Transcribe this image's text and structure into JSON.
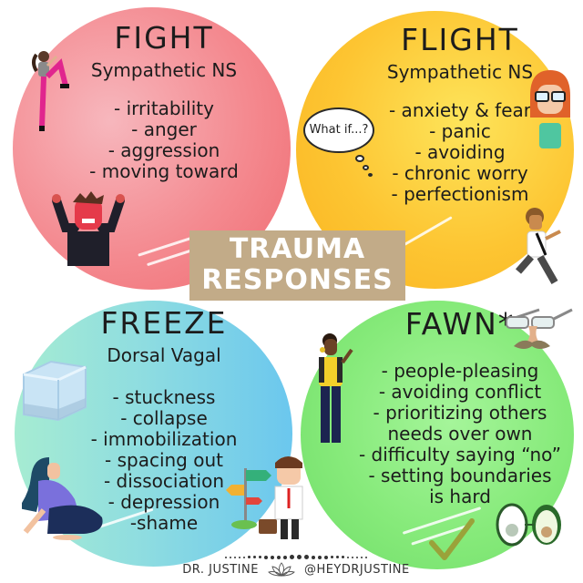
{
  "banner": {
    "line1": "TRAUMA",
    "line2": "RESPONSES",
    "color": "#c2ab88"
  },
  "quadrants": {
    "fight": {
      "title": "FIGHT",
      "subtitle": "Sympathetic NS",
      "items": [
        "- irritability",
        "- anger",
        "- aggression",
        "- moving toward"
      ],
      "color": "#f48a90"
    },
    "flight": {
      "title": "FLIGHT",
      "subtitle": "Sympathetic NS",
      "items": [
        "- anxiety & fear",
        "- panic",
        "- avoiding",
        "- chronic worry",
        "- perfectionism"
      ],
      "thought_bubble": "What if...?",
      "color": "#fdc532"
    },
    "freeze": {
      "title": "FREEZE",
      "subtitle": "Dorsal Vagal",
      "items": [
        "- stuckness",
        "- collapse",
        "- immobilization",
        "- spacing out",
        "- dissociation",
        "- depression",
        "-shame"
      ],
      "color": "#8fdde0"
    },
    "fawn": {
      "title": "FAWN*",
      "items": [
        "- people-pleasing",
        "- avoiding conflict",
        "- prioritizing others",
        "needs over own",
        "- difficulty saying “no”",
        "- setting boundaries",
        "is hard"
      ],
      "color": "#86ea7a"
    }
  },
  "footer": {
    "left": "DR. JUSTINE",
    "right": "@HEYDRJUSTINE",
    "icon": "lotus-icon"
  },
  "illustrations": {
    "fight": [
      "kicking-woman",
      "angry-man"
    ],
    "flight": [
      "worried-woman-glasses",
      "running-man"
    ],
    "freeze": [
      "ice-cube",
      "sitting-woman",
      "confused-man-signpost"
    ],
    "fawn": [
      "waving-woman",
      "disguise-glasses-mustache",
      "checkmark",
      "avocado-pair"
    ]
  }
}
